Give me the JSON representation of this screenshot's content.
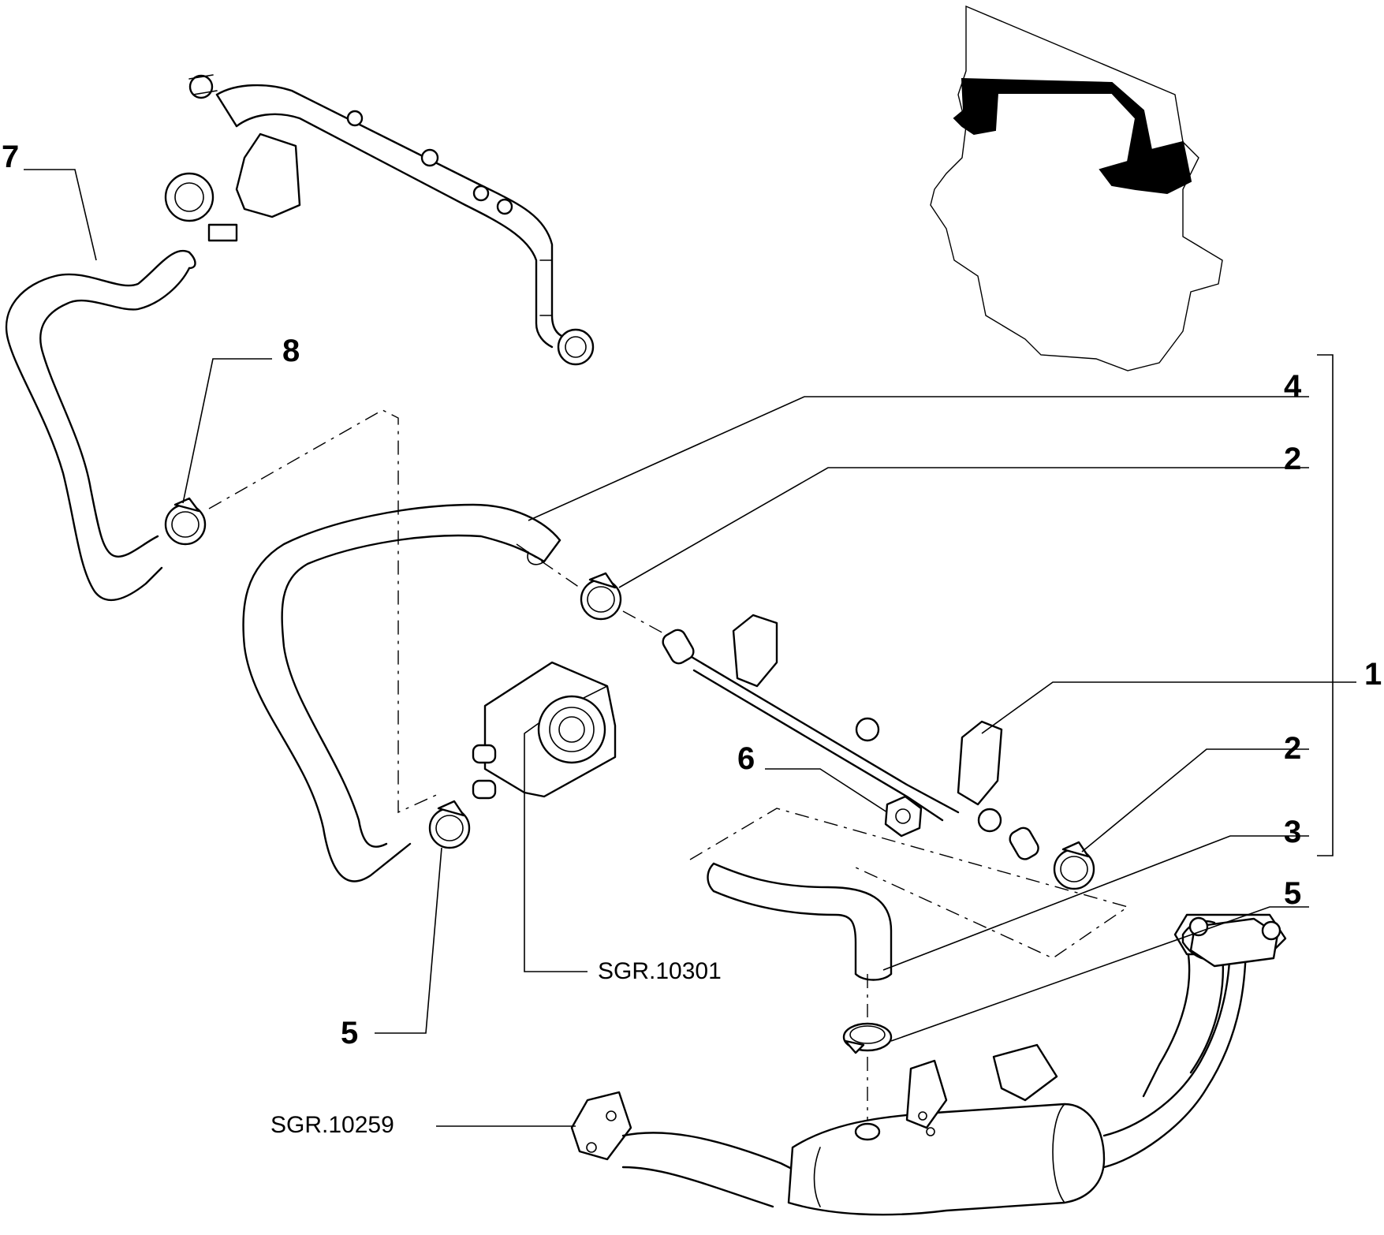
{
  "callouts": {
    "c7": "7",
    "c8": "8",
    "c4": "4",
    "c2a": "2",
    "c1": "1",
    "c6": "6",
    "c2b": "2",
    "c3": "3",
    "c5a": "5",
    "c5b": "5"
  },
  "references": {
    "oil_cooler": "SGR.10301",
    "egr_pipe": "SGR.10259"
  }
}
